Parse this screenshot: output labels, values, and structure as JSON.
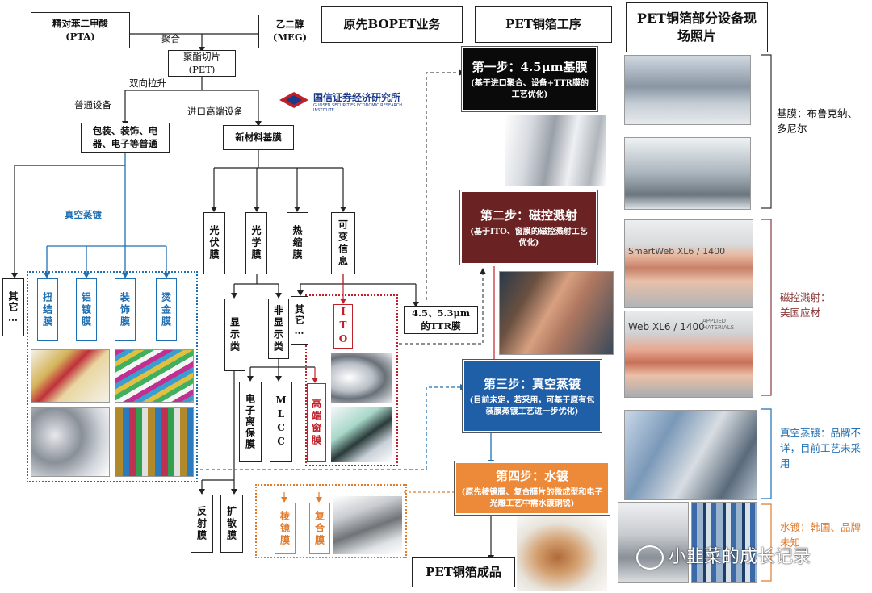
{
  "pta": "精对苯二甲酸\n(PTA)",
  "meg": "乙二醇\n(MEG)",
  "polymerize": "聚合",
  "pet_chip": "聚酯切片\n(PET)",
  "biaxial": "双向拉升",
  "normal_equipment": "普通设备",
  "import_equipment": "进口高端设备",
  "packaging": "包装、装饰、电\n器、电子等普通",
  "new_material": "新材料基膜",
  "vacuum_label": "真空蒸镀",
  "other": "其它…",
  "other2": "其它…",
  "films_left": [
    "扭结膜",
    "铝镀膜",
    "装饰膜",
    "烫金膜"
  ],
  "films_mid": [
    "光伏膜",
    "光学膜",
    "热缩膜",
    "可变信息"
  ],
  "display": "显示类",
  "non_display": "非显示类",
  "ito": "ITO",
  "electronics_film": "电子离保膜",
  "mlcc": "MLCC",
  "window_film": "高端窗膜",
  "reflective": "反射膜",
  "diffusion": "扩散膜",
  "prism": "棱镜膜",
  "composite": "复合膜",
  "ttr": "4.5、5.3μm\n的TTR膜",
  "logo_name": "国信证券经济研究所",
  "logo_en": "GUOSEN SECURITIES ECONOMIC RESEARCH INSTITUTE",
  "header_bopet": "原先BOPET业务",
  "header_copper": "PET铜箔工序",
  "header_photos": "PET铜箔部分设备现场照片",
  "steps": [
    {
      "title": "第一步：4.5μm基膜",
      "sub": "(基于进口聚合、设备+TTR膜的工艺优化)",
      "color": "#0a0a0a"
    },
    {
      "title": "第二步：磁控溅射",
      "sub": "(基于ITO、窗膜的磁控溅射工艺优化)",
      "color": "#6b2222"
    },
    {
      "title": "第三步：真空蒸镀",
      "sub": "(目前未定，若采用，可基于原有包装膜蒸镀工艺进一步优化)",
      "color": "#1e5fa8"
    },
    {
      "title": "第四步：水镀",
      "sub": "(原先棱镜膜、复合膜片的微成型和电子光雕工艺中需水镀铜锐)",
      "color": "#ec8a3a"
    }
  ],
  "final_product": "PET铜箔成品",
  "captions": {
    "base": "基膜：布鲁克纳、多尼尔",
    "sputter": "磁控溅射：\n美国应材",
    "vacuum": "真空蒸镀：品牌不详，目前工艺未采用",
    "water": "水镀：韩国、品牌未知"
  },
  "sputter_machine_text": "SmartWeb XL6 / 1400",
  "sputter_machine_text2": "Web XL6 / 1400",
  "applied_text": "APPLIED MATERIALS",
  "watermark": "小韭菜的成长记录",
  "colors": {
    "blue": "#1f6fb3",
    "orange": "#e07b2c",
    "red": "#c0202a",
    "maroon": "#8b3a3a"
  }
}
